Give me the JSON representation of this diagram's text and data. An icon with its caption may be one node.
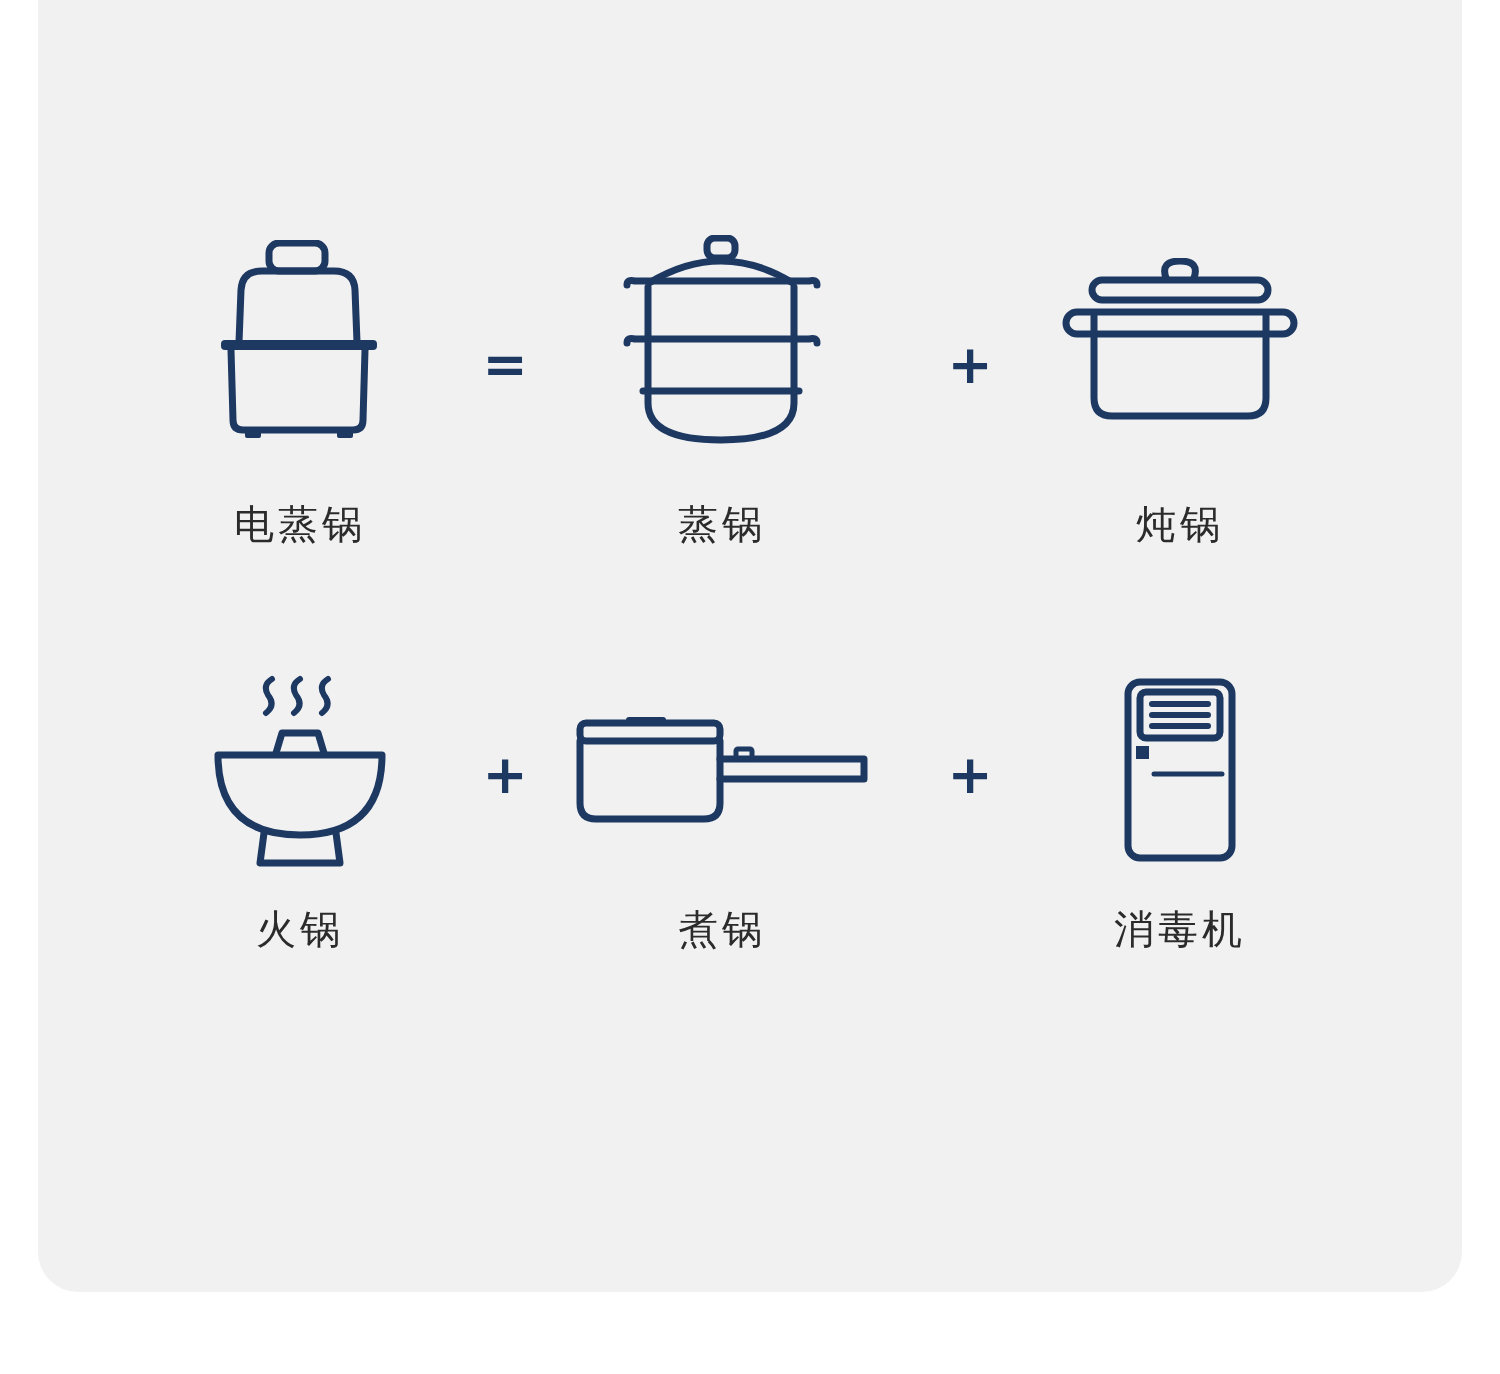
{
  "diagram": {
    "nodes": [
      {
        "text": [
          "电蒸锅"
        ]
      },
      {
        "text": [
          "蒸锅"
        ]
      },
      {
        "text": [
          "炖锅"
        ]
      },
      {
        "text": [
          "火锅"
        ]
      },
      {
        "text": [
          "煮锅"
        ]
      },
      {
        "text": [
          "消毒机"
        ]
      }
    ],
    "labels": [
      "=",
      "+",
      "+",
      "+"
    ]
  }
}
